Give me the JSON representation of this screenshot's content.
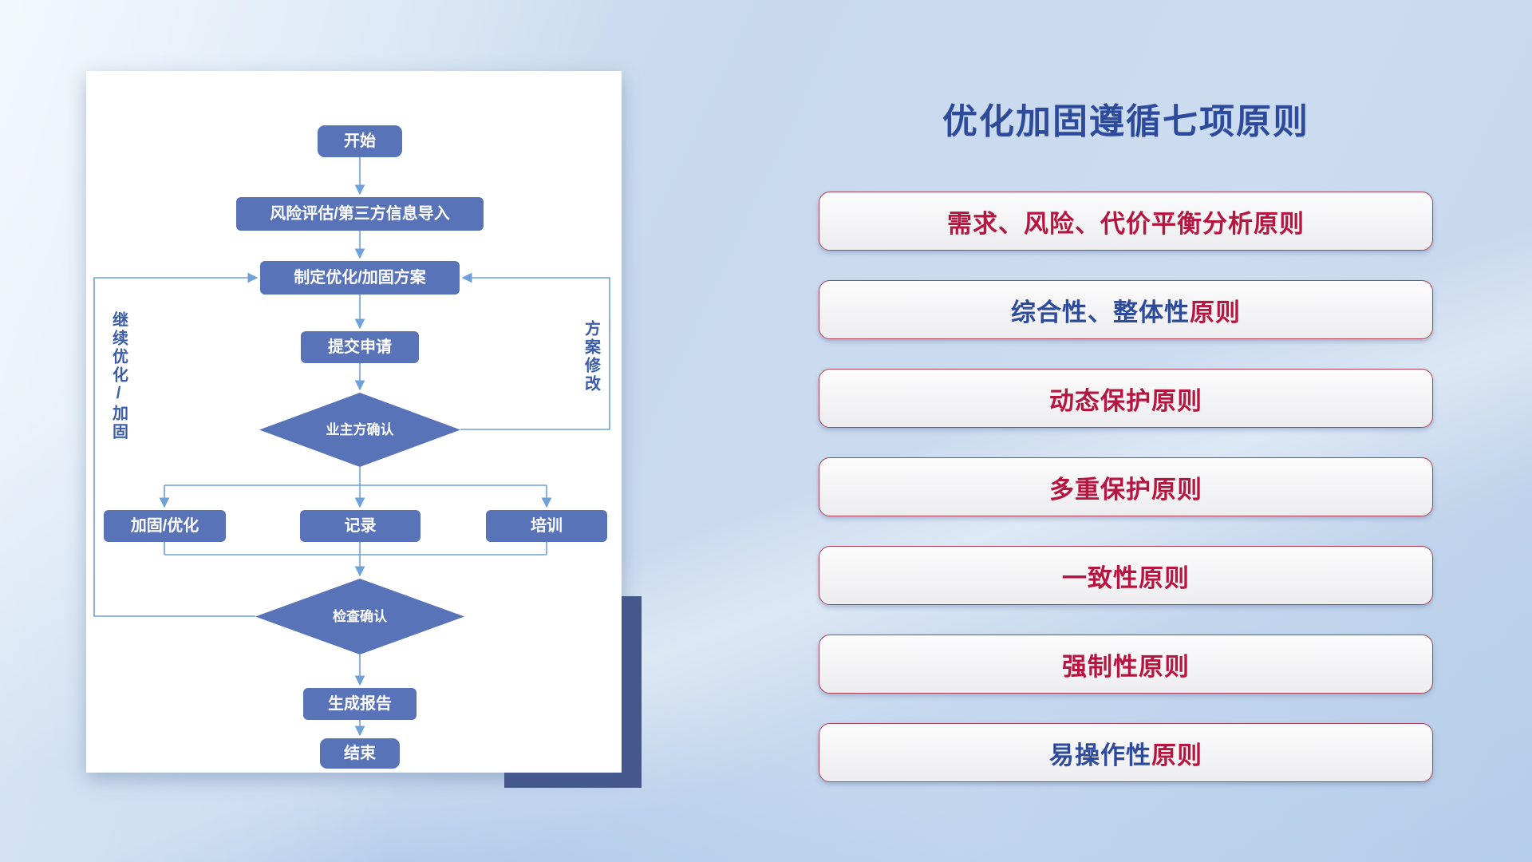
{
  "title": "优化加固遵循七项原则",
  "flowchart": {
    "nodes": {
      "start": "开始",
      "risk_import": "风险评估/第三方信息导入",
      "make_plan": "制定优化/加固方案",
      "submit": "提交申请",
      "owner_confirm": "业主方确认",
      "harden_optimize": "加固/优化",
      "record": "记录",
      "training": "培训",
      "check_confirm": "检查确认",
      "report": "生成报告",
      "end": "结束"
    },
    "labels": {
      "continue_loop": "继续优化/加固",
      "plan_revision": "方案修改"
    }
  },
  "principles": [
    {
      "segments": [
        {
          "text": "需求、风险、代价平衡分析原则",
          "color": "#b7153f"
        }
      ]
    },
    {
      "segments": [
        {
          "text": "综合性、整体性",
          "color": "#2e4b9b"
        },
        {
          "text": "原则",
          "color": "#b7153f"
        }
      ]
    },
    {
      "segments": [
        {
          "text": "动态保护原则",
          "color": "#b7153f"
        }
      ]
    },
    {
      "segments": [
        {
          "text": "多重保护原则",
          "color": "#b7153f"
        }
      ]
    },
    {
      "segments": [
        {
          "text": "一致性原则",
          "color": "#b7153f"
        }
      ]
    },
    {
      "segments": [
        {
          "text": "强制性原则",
          "color": "#b7153f"
        }
      ]
    },
    {
      "segments": [
        {
          "text": "易操作性",
          "color": "#2e4b9b"
        },
        {
          "text": "原则",
          "color": "#b7153f"
        }
      ]
    }
  ],
  "colors": {
    "title_blue": "#2e4b9b",
    "node_fill": "#5873b8",
    "connector_blue": "#6fa0d8",
    "pill_border_red": "#ac4257",
    "principle_red": "#b7153f",
    "principle_blue": "#2e4b9b",
    "accent_navy": "#46588e"
  }
}
